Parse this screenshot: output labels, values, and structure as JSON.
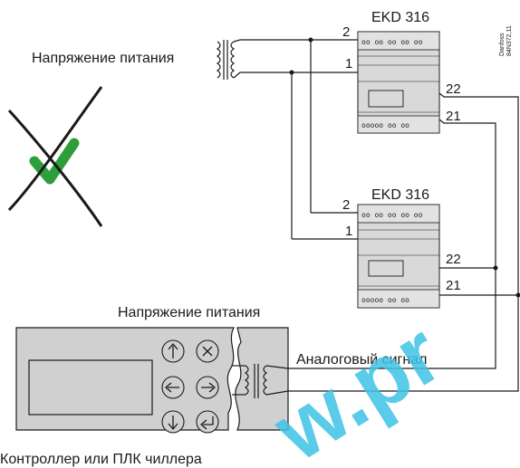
{
  "supply_label_top": "Напряжение питания",
  "supply_label_bottom": "Напряжение питания",
  "analog_label": "Аналоговый сигнал",
  "controller_label": "Контроллер или ПЛК чиллера",
  "drawing_code_line1": "Danfoss",
  "drawing_code_line2": "84N372,11",
  "device_top": {
    "name": "EKD 316",
    "terminal_2": "2",
    "terminal_1": "1",
    "terminal_22": "22",
    "terminal_21": "21"
  },
  "device_bottom": {
    "name": "EKD 316",
    "terminal_2": "2",
    "terminal_1": "1",
    "terminal_22": "22",
    "terminal_21": "21"
  },
  "watermark_text": "w.pr",
  "colors": {
    "line": "#1a1a1a",
    "module_fill": "#d9d9d9",
    "panel_fill": "#d0d0d0",
    "check_green": "#2e9e3a",
    "watermark": "#3ec3e6"
  },
  "icons": [
    "arrow-up-icon",
    "cancel-x-icon",
    "arrow-left-icon",
    "arrow-right-icon",
    "arrow-down-icon",
    "enter-icon"
  ]
}
